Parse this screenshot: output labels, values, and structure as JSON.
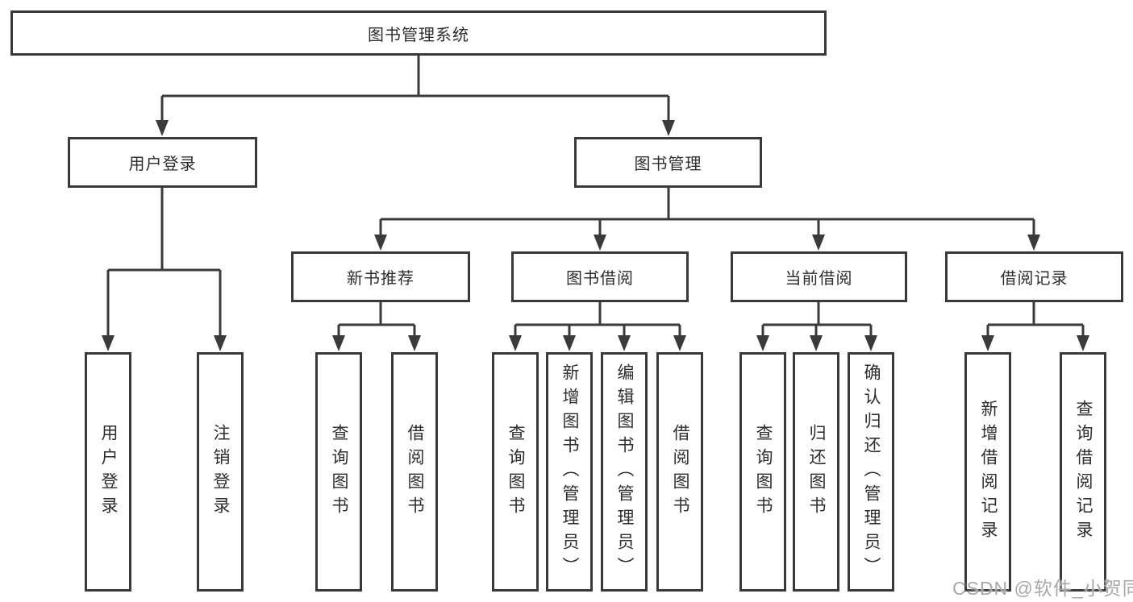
{
  "tree": {
    "root": "图书管理系统",
    "branches": [
      {
        "label": "用户登录",
        "children": [
          {
            "label": "用户登录"
          },
          {
            "label": "注销登录"
          }
        ]
      },
      {
        "label": "图书管理",
        "children": [
          {
            "label": "新书推荐",
            "children": [
              {
                "label": "查询图书"
              },
              {
                "label": "借阅图书"
              }
            ]
          },
          {
            "label": "图书借阅",
            "children": [
              {
                "label": "查询图书"
              },
              {
                "label": "新增图书（管理员）"
              },
              {
                "label": "编辑图书（管理员）"
              },
              {
                "label": "借阅图书"
              }
            ]
          },
          {
            "label": "当前借阅",
            "children": [
              {
                "label": "查询图书"
              },
              {
                "label": "归还图书"
              },
              {
                "label": "确认归还（管理员）"
              }
            ]
          },
          {
            "label": "借阅记录",
            "children": [
              {
                "label": "新增借阅记录"
              },
              {
                "label": "查询借阅记录"
              }
            ]
          }
        ]
      }
    ]
  },
  "watermark": "CSDN @软件_小贺同学",
  "colors": {
    "line": "#3a3a3a",
    "text": "#2d2d2d",
    "watermark": "#a8a8a8",
    "background": "#ffffff"
  }
}
